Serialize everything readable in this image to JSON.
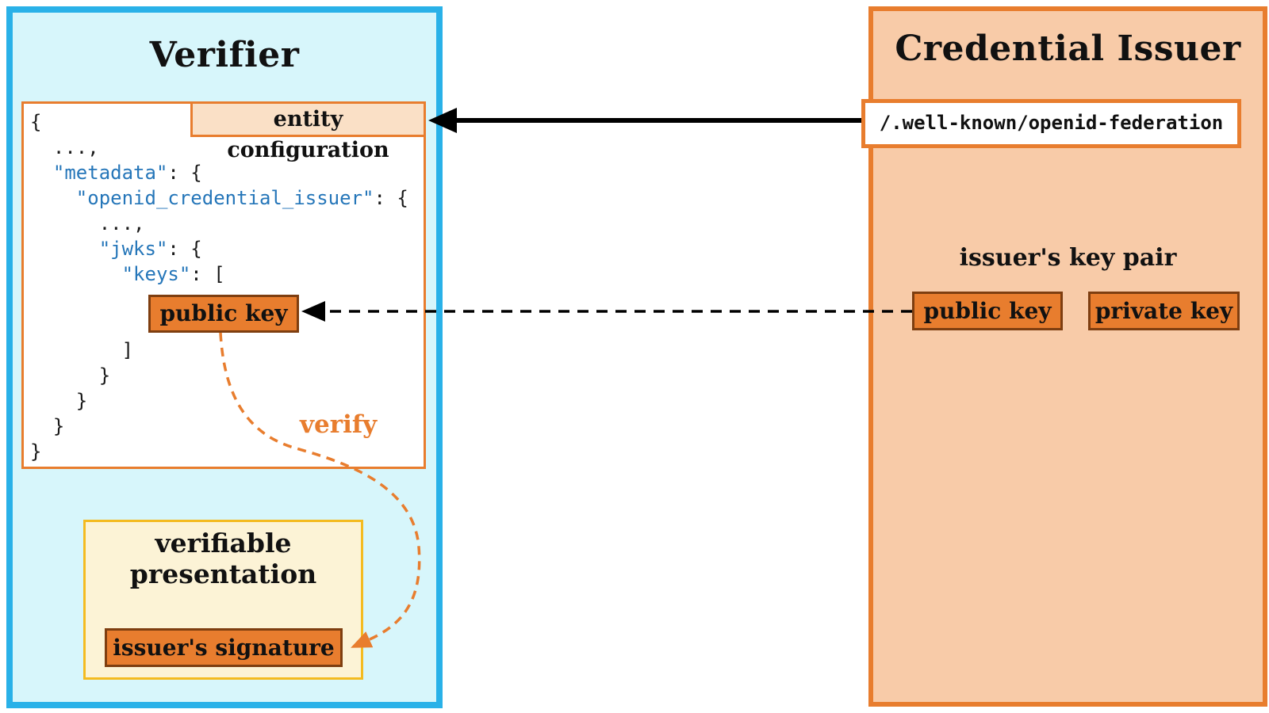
{
  "verifier": {
    "title": "Verifier",
    "entity_configuration_label": "entity configuration",
    "code_lines": [
      "{",
      "  ...,",
      "  \"metadata\": {",
      "    \"openid_credential_issuer\": {",
      "      ...,",
      "      \"jwks\": {",
      "        \"keys\": [",
      "",
      "",
      "        ]",
      "      }",
      "    }",
      "  }",
      "}"
    ],
    "public_key_label": "public key",
    "verify_label": "verify",
    "verifiable_presentation": {
      "title": "verifiable presentation",
      "issuer_signature_label": "issuer's signature"
    }
  },
  "issuer": {
    "title": "Credential Issuer",
    "well_known_path": "/.well-known/openid-federation",
    "key_pair_label": "issuer's key pair",
    "public_key_label": "public key",
    "private_key_label": "private key"
  },
  "colors": {
    "cyan_border": "#29B1E8",
    "cyan_fill": "#D7F6FB",
    "orange": "#E87D2E",
    "orange_dark": "#7E3E10",
    "peach_fill": "#F8CBA8",
    "peach_light": "#FAE0C6",
    "yellow_fill": "#FCF3D6",
    "yellow_border": "#F4BB20",
    "json_key_blue": "#2576B9",
    "arrow_black": "#000000"
  }
}
